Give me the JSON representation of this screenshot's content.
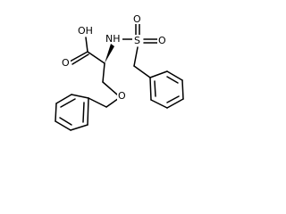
{
  "molecule": {
    "atoms": {
      "oh": "OH",
      "o_carbonyl": "O",
      "nh": "NH",
      "s": "S",
      "o_s_left": "O",
      "o_s_right": "O",
      "o_ether": "O"
    }
  }
}
